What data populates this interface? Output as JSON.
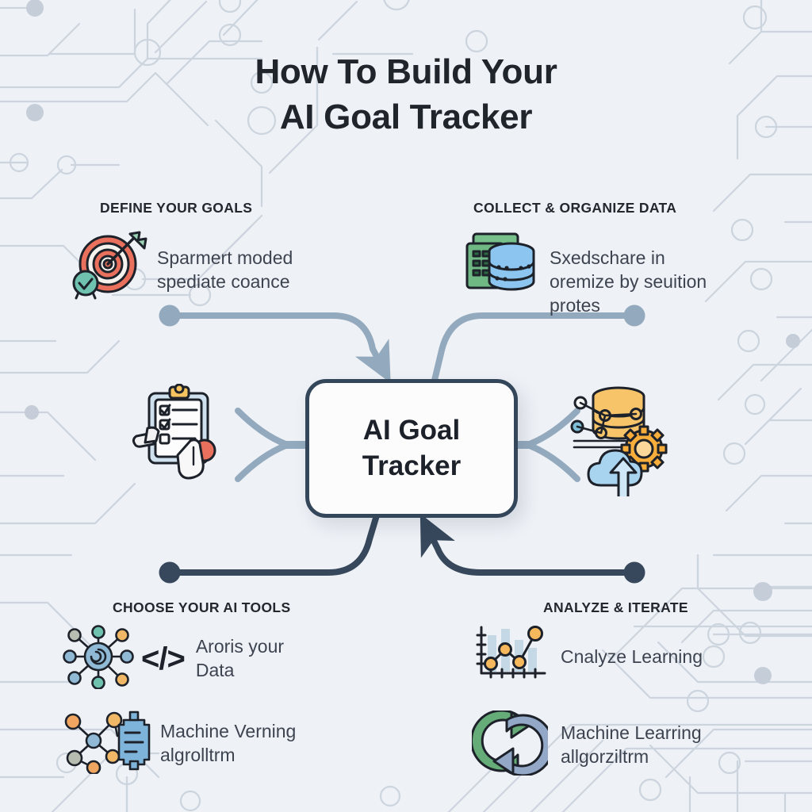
{
  "page": {
    "background_color": "#eef1f6",
    "accent_dark": "#34475a",
    "accent_light": "#9aafc2"
  },
  "title": {
    "line1": "How To Build Your",
    "line2": "AI Goal Tracker"
  },
  "center": {
    "label_line1": "AI Goal",
    "label_line2": "Tracker"
  },
  "sections": {
    "define": {
      "heading": "DEFINE YOUR GOALS",
      "icon": "target-arrow-icon",
      "text_line1": "Sparmert moded",
      "text_line2": "spediate coance"
    },
    "collect": {
      "heading": "COLLECT & ORGANIZE DATA",
      "icon": "database-spreadsheet-icon",
      "text_line1": "Sxedschare in",
      "text_line2": "oremize by seuition",
      "text_line3": "protes"
    },
    "tools": {
      "heading": "CHOOSE YOUR AI TOOLS",
      "item1": {
        "icon": "neural-hub-icon",
        "code_glyph": "</>",
        "text_line1": "Aroris your",
        "text_line2": "Data"
      },
      "item2": {
        "icon": "neural-server-icon",
        "text_line1": "Machine Verning",
        "text_line2": "algrolltrm"
      }
    },
    "analyze": {
      "heading": "ANALYZE & ITERATE",
      "item1": {
        "icon": "bar-line-chart-icon",
        "text_line1": "Cnalyze Learning"
      },
      "item2": {
        "icon": "refresh-cycle-icon",
        "text_line1": "Machine Learring",
        "text_line2": "allgorziltrm"
      }
    }
  },
  "side_icons": {
    "left": "clipboard-checklist-hands-icon",
    "right": "cloud-database-gear-icon"
  },
  "connectors": {
    "top_left": "connector-define-to-center",
    "top_right": "connector-collect-to-center",
    "bottom_left": "connector-center-to-tools",
    "bottom_right": "connector-analyze-to-center",
    "side_left": "connector-branch-left",
    "side_right": "connector-branch-right"
  }
}
